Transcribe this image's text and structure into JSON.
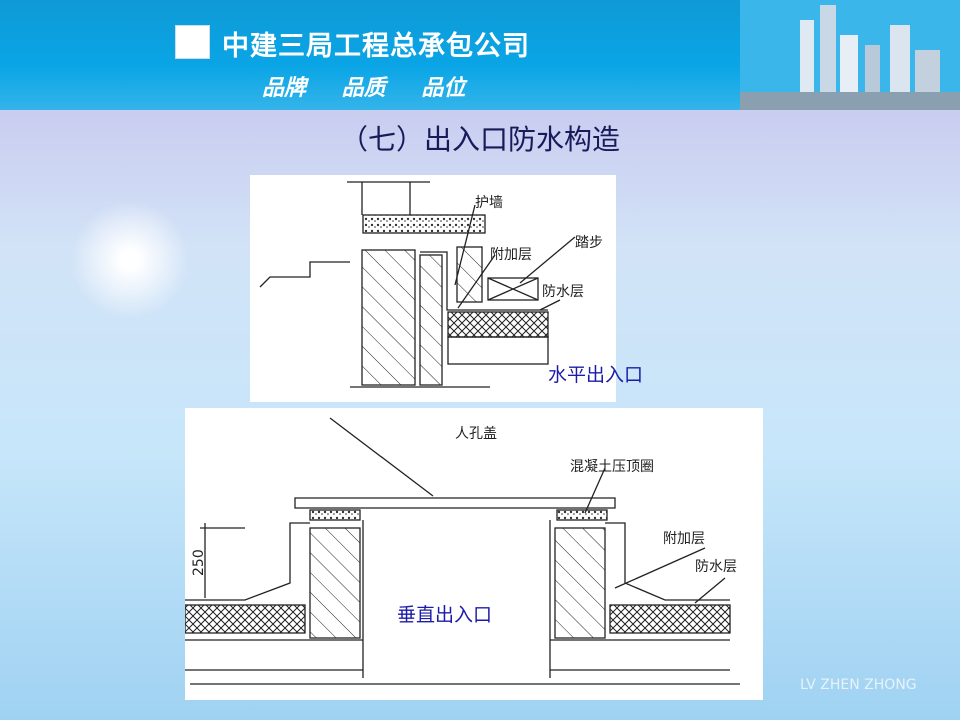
{
  "header": {
    "company": "中建三局工程总承包公司",
    "slogan": "品牌 品质 品位"
  },
  "title": "（七）出入口防水构造",
  "diagram1": {
    "caption": "水平出入口",
    "labels": [
      "护墙",
      "附加层",
      "踏步",
      "防水层"
    ]
  },
  "diagram2": {
    "caption": "垂直出入口",
    "labels": [
      "人孔盖",
      "混凝土压顶圈",
      "附加层",
      "防水层"
    ],
    "dimension": "250"
  },
  "watermark": "LV ZHEN ZHONG"
}
